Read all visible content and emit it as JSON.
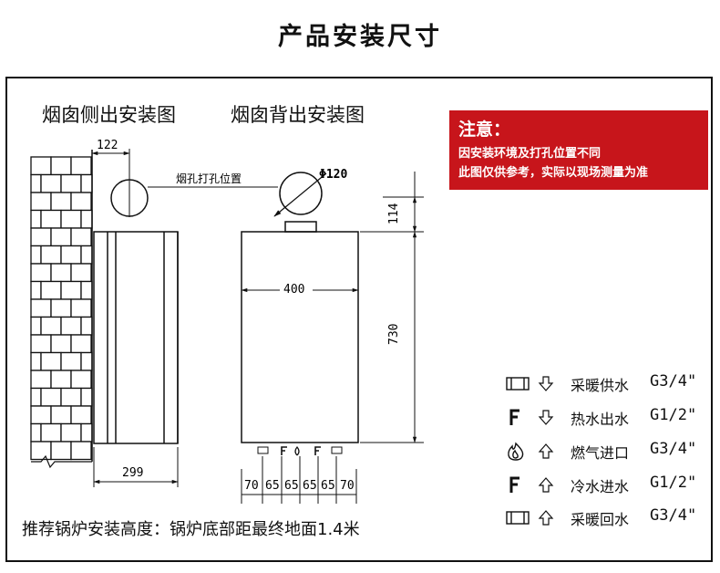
{
  "page_title": "产品安装尺寸",
  "headings": {
    "side_flue": "烟囱侧出安装图",
    "back_flue": "烟囱背出安装图"
  },
  "note": {
    "title": "注意：",
    "lines": [
      "因安装环境及打孔位置不同",
      "此图仅供参考，实际以现场测量为准"
    ]
  },
  "drawing": {
    "flue_hole_label": "烟孔打孔位置",
    "flue_diameter": "Φ120",
    "wall_offset": "122",
    "depth": "299",
    "width": "400",
    "flue_height": "114",
    "height": "730",
    "pipe_spacing": [
      "70",
      "65",
      "65",
      "65",
      "65",
      "70"
    ]
  },
  "legend": [
    {
      "icon": "pipe-icon",
      "arrow": "down-arrow-icon",
      "label": "采暖供水",
      "spec": "G3/4\""
    },
    {
      "icon": "tap-icon",
      "arrow": "down-arrow-icon",
      "label": "热水出水",
      "spec": "G1/2\""
    },
    {
      "icon": "flame-icon",
      "arrow": "up-arrow-icon",
      "label": "燃气进口",
      "spec": "G3/4\""
    },
    {
      "icon": "tap-icon",
      "arrow": "up-arrow-icon",
      "label": "冷水进水",
      "spec": "G1/2\""
    },
    {
      "icon": "pipe-icon",
      "arrow": "up-arrow-icon",
      "label": "采暖回水",
      "spec": "G3/4\""
    }
  ],
  "footer": "推荐锅炉安装高度：锅炉底部距最终地面1.4米"
}
